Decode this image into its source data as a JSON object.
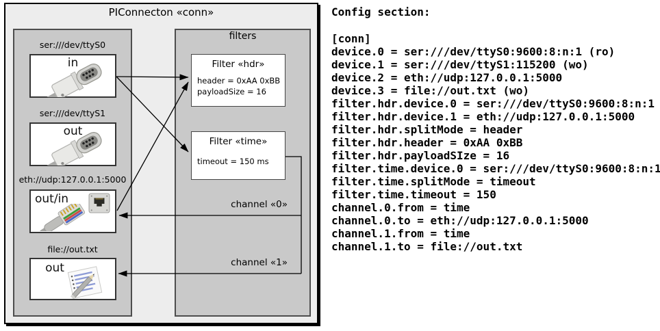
{
  "diagram": {
    "title": "PIConnecton «conn»",
    "devices_panel": {
      "devices": [
        {
          "label": "ser:///dev/ttyS0",
          "port": "in",
          "icon": "serial-connector-photo"
        },
        {
          "label": "ser:///dev/ttyS1",
          "port": "out",
          "icon": "serial-connector-photo"
        },
        {
          "label": "eth://udp:127.0.0.1:5000",
          "port": "out/in",
          "icon": "ethernet-jack-and-cable-photo"
        },
        {
          "label": "file://out.txt",
          "port": "out",
          "icon": "notepad-pencil-icon"
        }
      ]
    },
    "filters_panel": {
      "title": "filters",
      "filters": [
        {
          "title": "Filter «hdr»",
          "params": [
            "header = 0xAA 0xBB",
            "payloadSize = 16"
          ]
        },
        {
          "title": "Filter «time»",
          "params": [
            "timeout = 150 ms"
          ]
        }
      ]
    },
    "channels": [
      {
        "label": "channel «0»"
      },
      {
        "label": "channel «1»"
      }
    ],
    "colors": {
      "outer_fill": "#ededed",
      "panel_fill": "#c9c9c9",
      "box_fill": "#ffffff",
      "line": "#000000"
    }
  },
  "config": {
    "heading": "Config section:",
    "lines": [
      "[conn]",
      "device.0 = ser:///dev/ttyS0:9600:8:n:1 (ro)",
      "device.1 = ser:///dev/ttyS1:115200 (wo)",
      "device.2 = eth://udp:127.0.0.1:5000",
      "device.3 = file://out.txt (wo)",
      "filter.hdr.device.0 = ser:///dev/ttyS0:9600:8:n:1",
      "filter.hdr.device.1 = eth://udp:127.0.0.1:5000",
      "filter.hdr.splitMode = header",
      "filter.hdr.header = 0xAA 0xBB",
      "filter.hdr.payloadSIze = 16",
      "filter.time.device.0 = ser:///dev/ttyS0:9600:8:n:1",
      "filter.time.splitMode = timeout",
      "filter.time.timeout = 150",
      "channel.0.from = time",
      "channel.0.to = eth://udp:127.0.0.1:5000",
      "channel.1.from = time",
      "channel.1.to = file://out.txt"
    ]
  }
}
